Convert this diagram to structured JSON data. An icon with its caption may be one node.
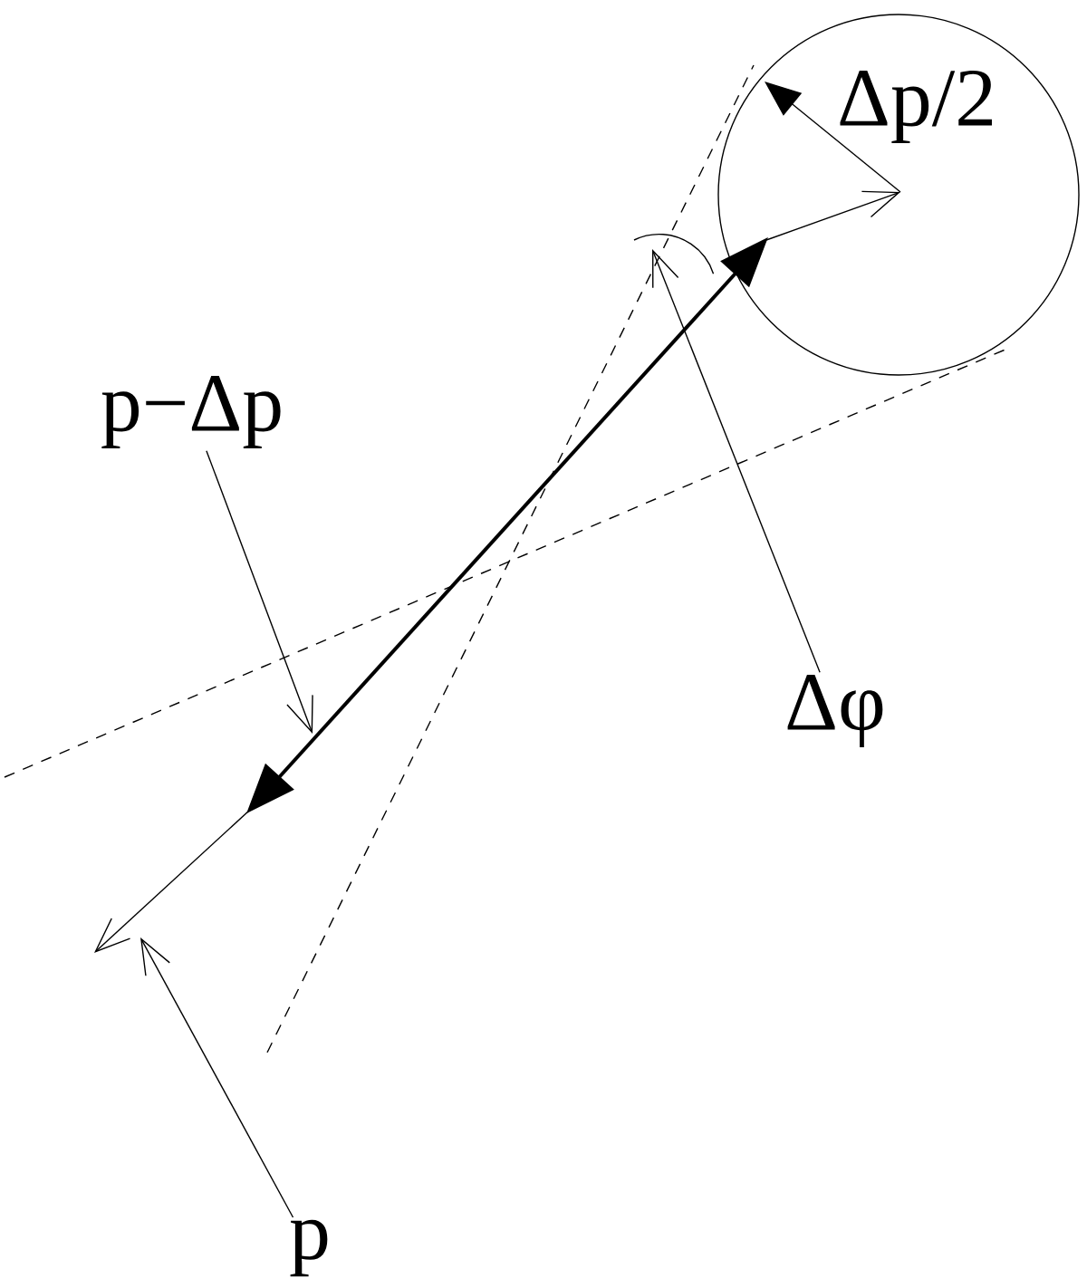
{
  "diagram": {
    "nodes": [
      {
        "text": [
          "p−Δp"
        ]
      },
      {
        "text": [
          "Δφ"
        ]
      },
      {
        "text": [
          "p"
        ]
      }
    ],
    "edges": [
      {
        "from": 0,
        "to": null,
        "arrow": "to"
      },
      {
        "from": 1,
        "to": null,
        "arrow": "to"
      },
      {
        "from": 2,
        "to": null,
        "arrow": "to"
      }
    ],
    "labels": [
      "Δp/2"
    ]
  }
}
